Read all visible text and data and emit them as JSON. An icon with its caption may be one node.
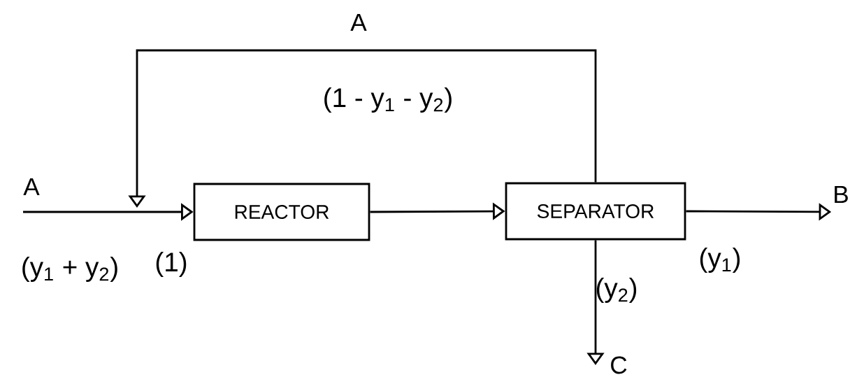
{
  "diagram": {
    "nodes": [
      {
        "text": [
          "REACTOR"
        ]
      },
      {
        "text": [
          "SEPARATOR"
        ]
      },
      {
        "text": [
          "B"
        ]
      },
      {
        "text": [
          "C"
        ]
      }
    ],
    "edges": [
      {
        "from": null,
        "to": 0,
        "arrow": "to",
        "label": "A"
      },
      {
        "from": 0,
        "to": 1,
        "arrow": "to"
      },
      {
        "from": 1,
        "to": 2,
        "arrow": "to"
      },
      {
        "from": 1,
        "to": 3,
        "arrow": "to"
      },
      {
        "from": 1,
        "to": null,
        "arrow": "to",
        "label": "A"
      }
    ],
    "labels": [
      "(1 - y$_{1}$ - y$_{2}$)",
      "(y$_{1}$ + y$_{2}$)",
      "(1)",
      "(y$_{1}$)",
      "(y$_{2}$)"
    ]
  }
}
